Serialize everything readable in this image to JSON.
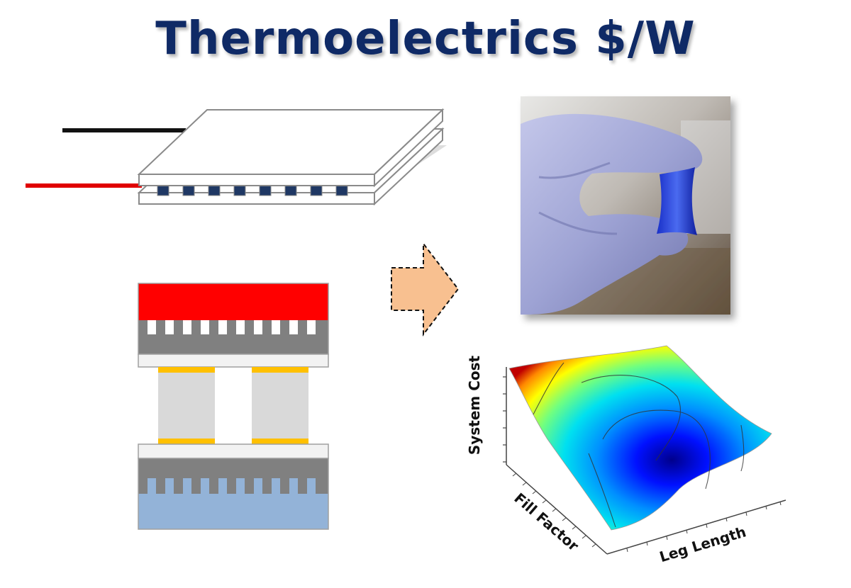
{
  "title": "Thermoelectrics $/W",
  "plot": {
    "zlabel": "System Cost",
    "ylabel": "Fill Factor",
    "xlabel": "Leg Length"
  },
  "colors": {
    "title": "#0f2a66",
    "hot_side": "#ff0000",
    "cold_side": "#93b3d8",
    "heat_sink": "#808080",
    "contact": "#ffc000",
    "leg": "#d9d9d9",
    "arrow": "#f8c090",
    "te_leg": "#1f3864"
  },
  "icons": [
    "thermoelectric-module",
    "cross-section",
    "arrow-right",
    "gloved-hand-photo",
    "cost-surface-plot"
  ]
}
